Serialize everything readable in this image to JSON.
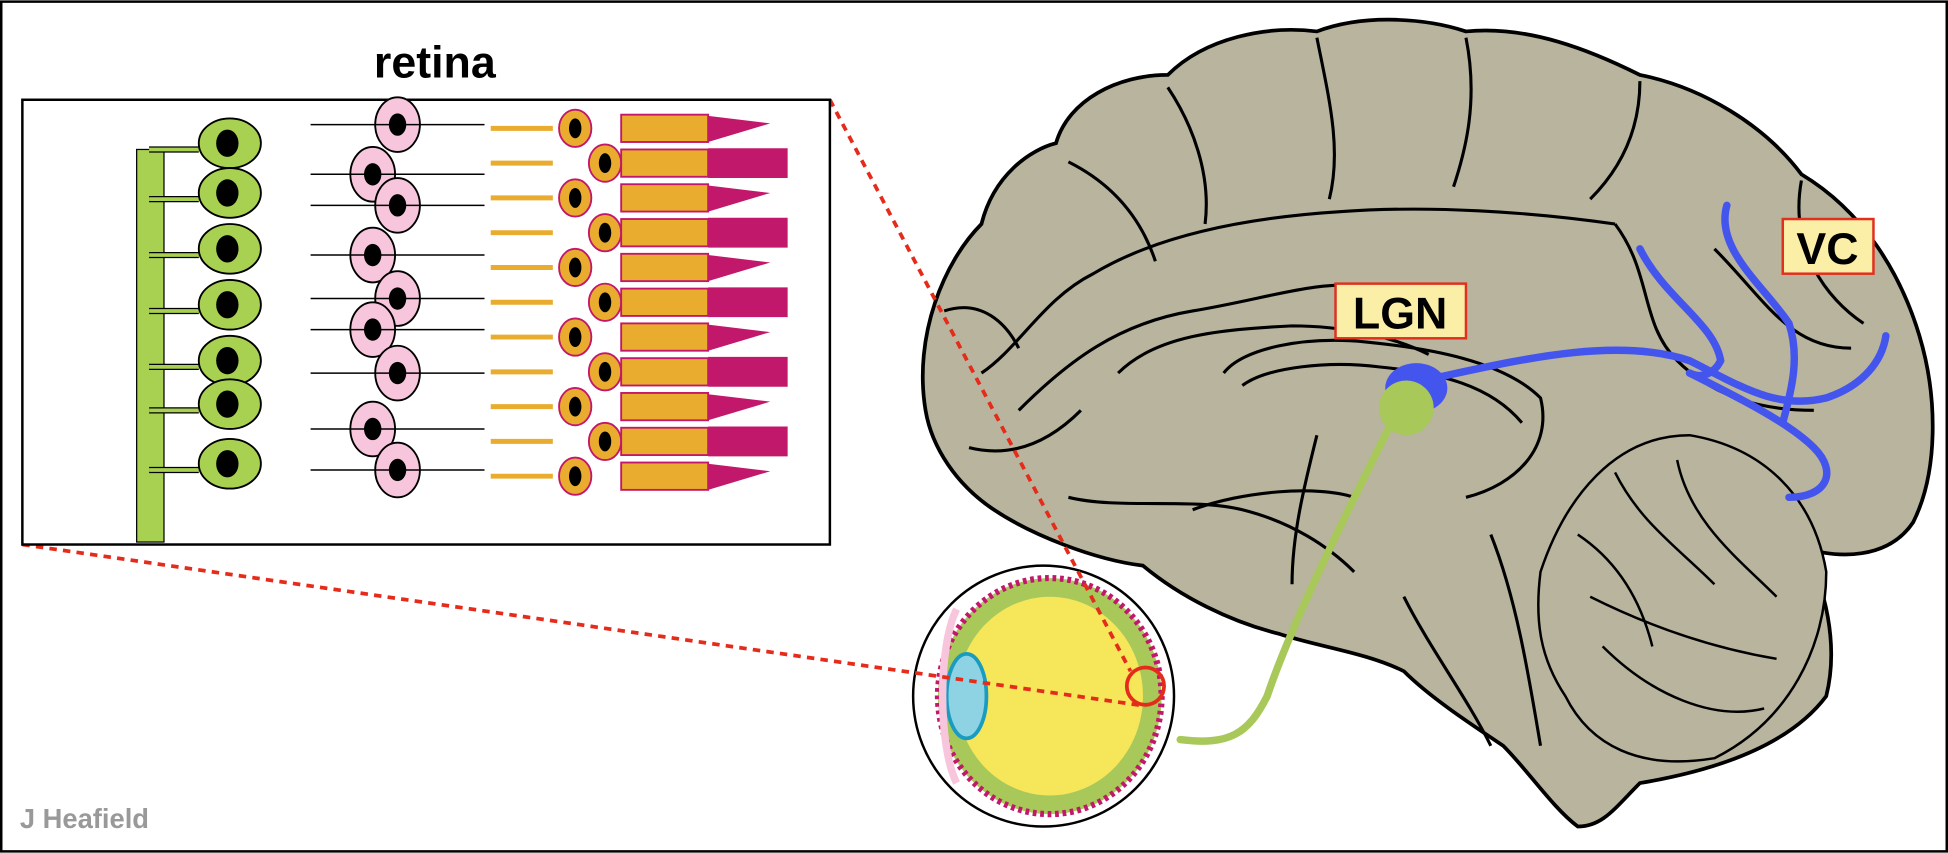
{
  "title": "retina",
  "labels": {
    "lgn": "LGN",
    "vc": "VC"
  },
  "credit": "J Heafield",
  "colors": {
    "brain": "#b8b49e",
    "ganglion": "#a8d152",
    "bipolar": "#f7c6dc",
    "photoreceptor": "#eaac2e",
    "outer_segment": "#c2186b",
    "visual_pathway": "#4455ee",
    "optic_nerve": "#a8c85a",
    "label_bg": "#fbeea6",
    "label_border": "#e03020",
    "zoom_line": "#e52b1a",
    "vitreous": "#f5e65a",
    "lens": "#8dd3e4"
  }
}
